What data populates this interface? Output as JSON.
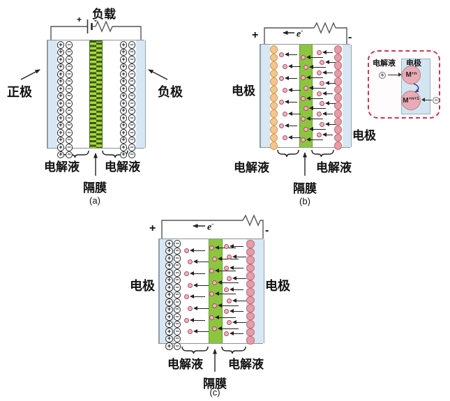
{
  "colors": {
    "electrode_plate": "#d7e8f4",
    "separator_green": "#8cc63f",
    "separator_stripe_dark": "#2f5e1d",
    "separator_stripe_light": "#b5d437",
    "orange_bead": "#f4c68e",
    "pink_bead": "#e79ca6",
    "ion_dot": "#f2b4bc",
    "inset_border": "#c43a50",
    "wire": "#4a4a4a"
  },
  "diagram_a": {
    "caption": "(a)",
    "load_label": "负载",
    "battery_plus": "+",
    "battery_minus": "-",
    "left_electrode_label": "正极",
    "right_electrode_label": "负极",
    "electrolyte_label_left": "电解液",
    "electrolyte_label_right": "电解液",
    "separator_label": "隔膜"
  },
  "diagram_b": {
    "caption": "(b)",
    "terminal_plus": "+",
    "terminal_minus": "-",
    "electron_base": "e",
    "electron_sup": "-",
    "electrode_label_left": "电极",
    "electrode_label_right": "电极",
    "electrolyte_label_left": "电解液",
    "electrolyte_label_right": "电解液",
    "separator_label": "隔膜",
    "inset": {
      "electrolyte_label": "电解液",
      "electrode_label": "电极",
      "cation_symbol": "+",
      "anion_symbol": "−",
      "ion_top_base": "M",
      "ion_top_sup": "+n",
      "ion_bottom_base": "M",
      "ion_bottom_sup": "+n+1"
    }
  },
  "diagram_c": {
    "caption": "(c)",
    "terminal_plus": "+",
    "terminal_minus": "-",
    "electron_base": "e",
    "electron_sup": "-",
    "electrode_label_left": "电极",
    "electrode_label_right": "电极",
    "electrolyte_label_left": "电解液",
    "electrolyte_label_right": "电解液",
    "separator_label": "隔膜"
  },
  "decor": {
    "bead_columns": [
      {
        "target": "gen-a-lp",
        "kind": "mono",
        "glyph": "+",
        "count": 16
      },
      {
        "target": "gen-a-lm",
        "kind": "mono",
        "glyph": "−",
        "count": 16
      },
      {
        "target": "gen-a-rp",
        "kind": "mono",
        "glyph": "+",
        "count": 16
      },
      {
        "target": "gen-a-rm",
        "kind": "mono",
        "glyph": "−",
        "count": 16
      },
      {
        "target": "gen-b-lo",
        "kind": "orange",
        "glyph": "",
        "count": 13
      },
      {
        "target": "gen-b-rp",
        "kind": "pink",
        "glyph": "",
        "count": 13
      },
      {
        "target": "gen-c-lp",
        "kind": "mono",
        "glyph": "+",
        "count": 15
      },
      {
        "target": "gen-c-lm",
        "kind": "mono",
        "glyph": "−",
        "count": 15
      },
      {
        "target": "gen-c-rp",
        "kind": "pink",
        "glyph": "",
        "count": 13
      }
    ],
    "ion_fields": [
      {
        "target": "gen-b-f1",
        "count": 8,
        "arrow": 16,
        "zig": 5
      },
      {
        "target": "gen-b-f2",
        "count": 9,
        "arrow": 22,
        "zig": 4
      },
      {
        "target": "gen-b-f3",
        "count": 9,
        "arrow": 13,
        "zig": 4
      },
      {
        "target": "gen-c-f1",
        "count": 8,
        "arrow": 20,
        "zig": 5
      },
      {
        "target": "gen-c-f2",
        "count": 8,
        "arrow": 28,
        "zig": 4
      },
      {
        "target": "gen-c-f3",
        "count": 9,
        "arrow": 18,
        "zig": 4
      }
    ]
  }
}
